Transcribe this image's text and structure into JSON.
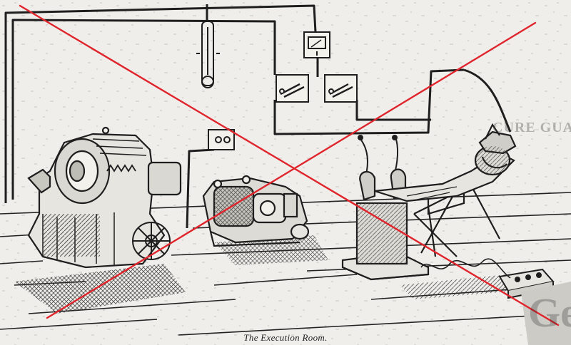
{
  "caption": "The Execution Room.",
  "bleed_through_text": "CURE GUARANTEED",
  "bleed_through_fragment": "Ge",
  "icons": {
    "generator": "generator-dynamo-icon",
    "motor": "electric-motor-icon",
    "switches": "knife-switch-icon",
    "meter": "voltmeter-icon",
    "chair": "electric-chair-icon",
    "cross": "red-cross-out-mark"
  },
  "colors": {
    "paper": "#efeeea",
    "ink": "#1e1e1e",
    "cross_mark": "#e0242c"
  }
}
